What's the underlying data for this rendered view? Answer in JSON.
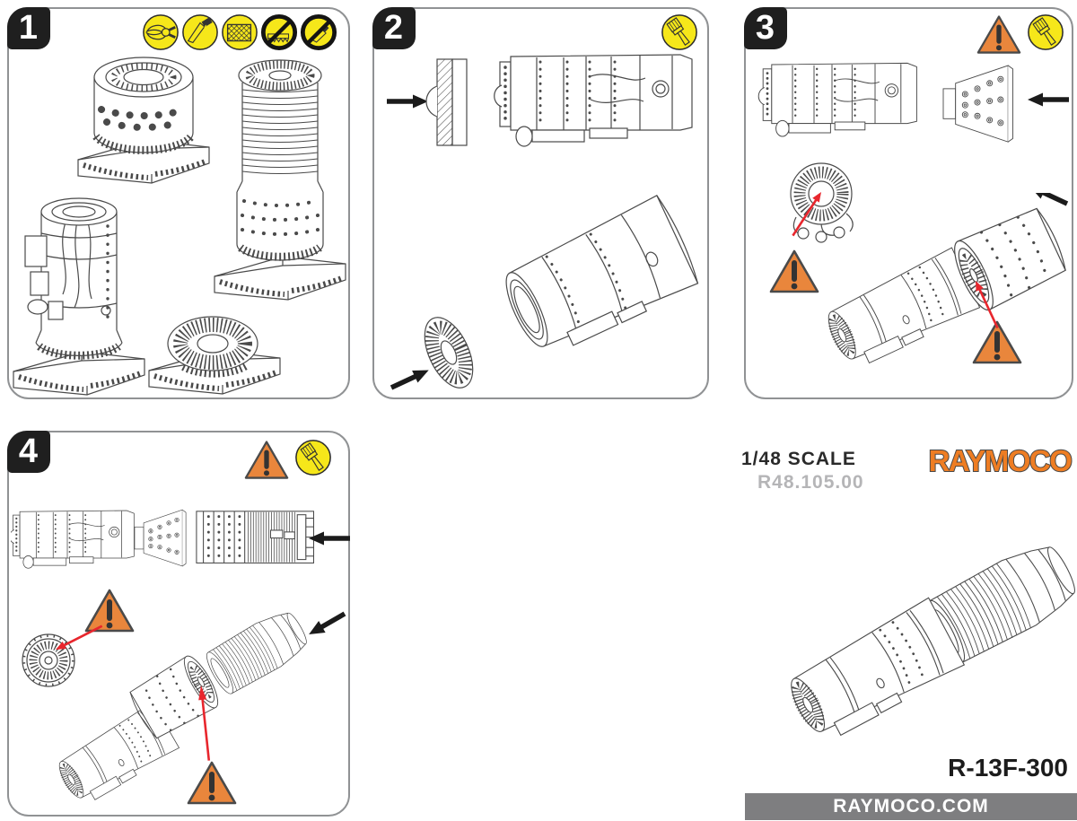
{
  "sheet": {
    "steps": [
      {
        "number": "1",
        "header_icons": [
          "sprue-cutters-icon",
          "hobby-knife-icon",
          "sanding-file-icon",
          "no-saw-icon",
          "no-knife-icon"
        ]
      },
      {
        "number": "2",
        "header_icons": [
          "glue-brush-icon"
        ]
      },
      {
        "number": "3",
        "header_icons": [
          "warning-triangle-icon",
          "glue-brush-icon"
        ]
      },
      {
        "number": "4",
        "header_icons": [
          "warning-triangle-icon",
          "glue-brush-icon"
        ]
      }
    ]
  },
  "footer": {
    "scale_label": "1/48 SCALE",
    "product_code": "R48.105.00",
    "brand": "RAYMOCO",
    "model_code": "R-13F-300",
    "website": "RAYMOCO.COM"
  },
  "colors": {
    "icon_yellow": "#F6E71A",
    "warning_orange": "#E9863C",
    "arrow_red": "#E8262D",
    "brand_orange": "#EE7D23",
    "line_gray": "#4A4A4A",
    "panel_border": "#909294",
    "footer_bar_gray": "#7E7E80",
    "product_code_gray": "#B5B5B7",
    "badge_black": "#1F1F1F"
  }
}
